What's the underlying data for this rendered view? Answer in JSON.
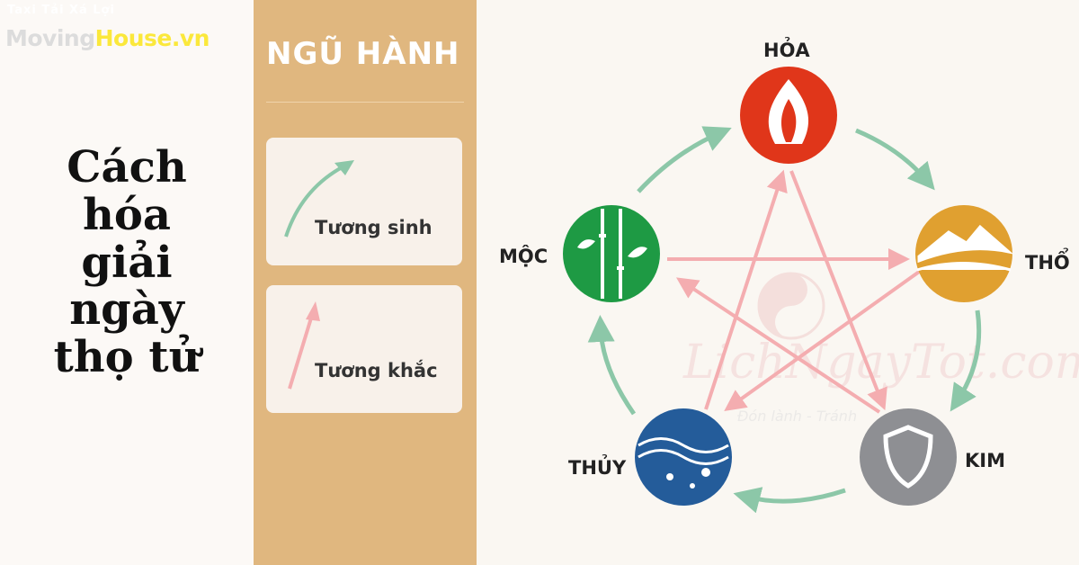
{
  "logo": {
    "tagline": "Taxi Tải Xá Lợi",
    "brand_part1": "Moving",
    "brand_part2": "House.vn"
  },
  "title": "Cách hóa giải ngày thọ tử",
  "legend": {
    "heading": "NGŨ HÀNH",
    "items": [
      {
        "label": "Tương sinh",
        "color": "#8cc7a8"
      },
      {
        "label": "Tương khắc",
        "color": "#f4adb0"
      }
    ]
  },
  "diagram": {
    "elements": [
      {
        "name": "HỎA",
        "color": "#e0361a",
        "icon": "flame-icon"
      },
      {
        "name": "THỔ",
        "color": "#e0a030",
        "icon": "mountain-icon"
      },
      {
        "name": "KIM",
        "color": "#8e8f93",
        "icon": "shield-icon"
      },
      {
        "name": "THỦY",
        "color": "#245c9a",
        "icon": "water-icon"
      },
      {
        "name": "MỘC",
        "color": "#1e9a44",
        "icon": "bamboo-icon"
      }
    ],
    "watermark": {
      "brand": "LichNgayTot.com",
      "slogan": "Đón lành - Tránh"
    }
  }
}
